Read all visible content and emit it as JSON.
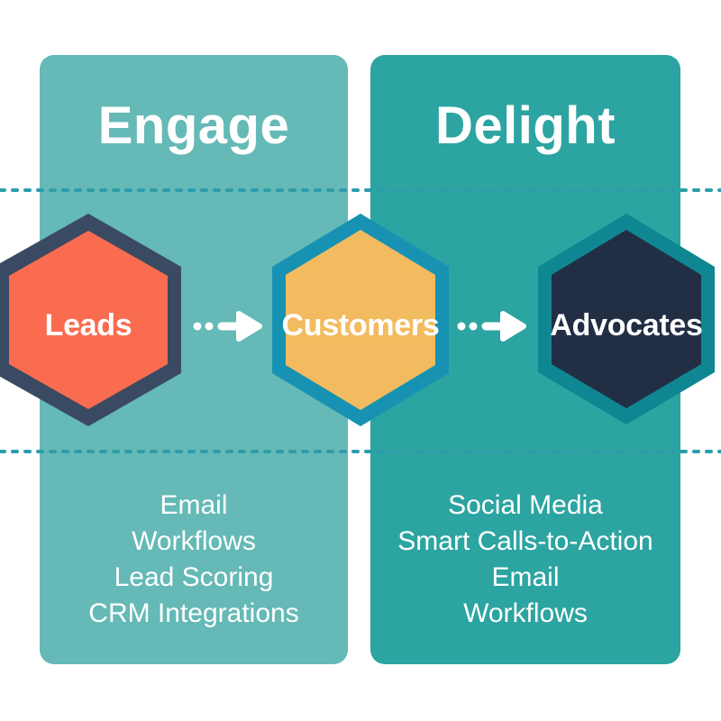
{
  "palette": {
    "background": "#ffffff",
    "divider": "#2d9dab",
    "text": "#ffffff",
    "arrow": "#ffffff"
  },
  "stages": [
    {
      "label": "Engage",
      "panel_color": "#65b9b6",
      "items": [
        "Email",
        "Workflows",
        "Lead Scoring",
        "CRM Integrations"
      ]
    },
    {
      "label": "Delight",
      "panel_color": "#2ca4a1",
      "items": [
        "Social Media",
        "Smart Calls-to-Action",
        "Email",
        "Workflows"
      ]
    }
  ],
  "hexagons": [
    {
      "label": "Leads",
      "fill": "#f96c4f",
      "border": "#3a4a63"
    },
    {
      "label": "Customers",
      "fill": "#f3bb5f",
      "border": "#1792b2"
    },
    {
      "label": "Advocates",
      "fill": "#212e44",
      "border": "#0f8792"
    }
  ]
}
